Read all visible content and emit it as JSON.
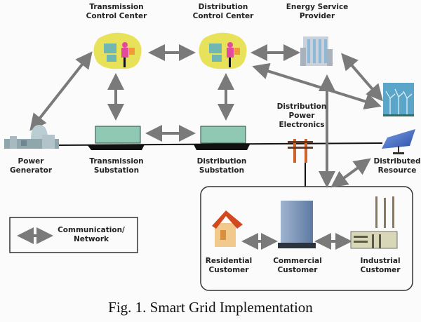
{
  "figure": {
    "caption": "Fig. 1.  Smart Grid Implementation"
  },
  "nodes": {
    "transmission_control_center": {
      "line1": "Transmission",
      "line2": "Control Center"
    },
    "distribution_control_center": {
      "line1": "Distribution",
      "line2": "Control Center"
    },
    "energy_service_provider": {
      "line1": "Energy Service",
      "line2": "Provider"
    },
    "power_generator": {
      "line1": "Power",
      "line2": "Generator"
    },
    "transmission_substation": {
      "line1": "Transmission",
      "line2": "Substation"
    },
    "distribution_substation": {
      "line1": "Distribution",
      "line2": "Substation"
    },
    "distribution_power_electronics": {
      "line1": "Distribution",
      "line2": "Power",
      "line3": "Electronics"
    },
    "distributed_resource": {
      "line1": "Distributed",
      "line2": "Resource"
    },
    "residential_customer": {
      "line1": "Residential",
      "line2": "Customer"
    },
    "commercial_customer": {
      "line1": "Commercial",
      "line2": "Customer"
    },
    "industrial_customer": {
      "line1": "Industrial",
      "line2": "Customer"
    }
  },
  "legend": {
    "line1": "Communication/",
    "line2": "Network"
  },
  "colors": {
    "arrow": "#7a7a7a",
    "substation": "#8fc9b4",
    "control_center_bg": "#e8e25a",
    "power_line": "#111111",
    "pole": "#d4622c"
  }
}
